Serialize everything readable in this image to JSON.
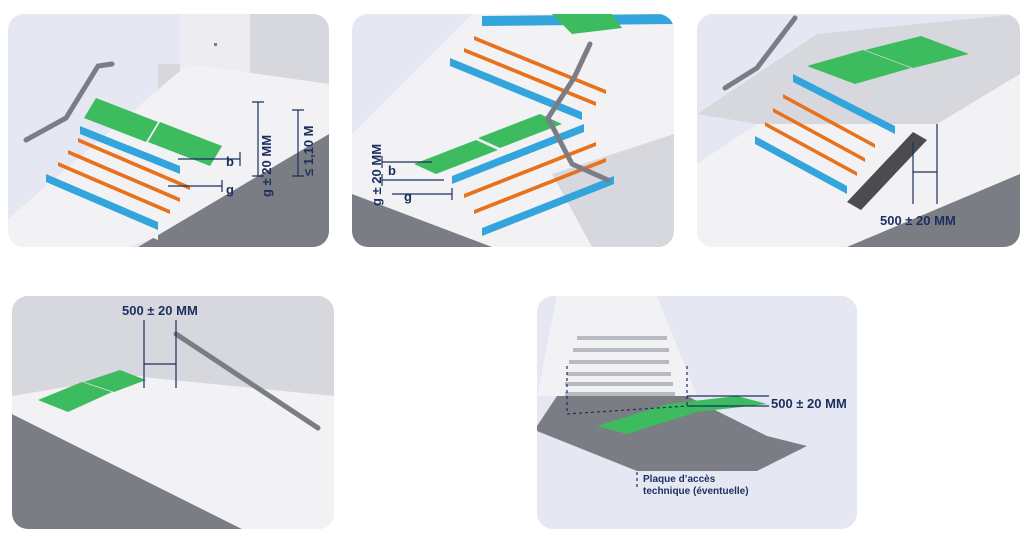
{
  "colors": {
    "panel_bg": "#e5e7f2",
    "ground": "#f2f2f4",
    "wall": "#d7d8de",
    "dark": "#7b7d85",
    "tactile": "#3dbb5f",
    "nosing_blue": "#33a5dc",
    "nosing_orange": "#e9711c",
    "label": "#1b2f5e"
  },
  "panels": {
    "stairs_down": {
      "b": "b",
      "g": "g",
      "tolerance": "g ± 20 MM",
      "height": "≤ 1,10 M"
    },
    "stairs_up": {
      "b": "b",
      "g": "g",
      "tolerance": "g ± 20 MM"
    },
    "stairs_rail": {
      "distance": "500 ± 20 MM"
    },
    "ramp": {
      "distance": "500 ± 20 MM"
    },
    "escalator": {
      "distance": "500 ± 20 MM",
      "note_line1": "Plaque d’accès",
      "note_line2": "technique (éventuelle)"
    }
  }
}
